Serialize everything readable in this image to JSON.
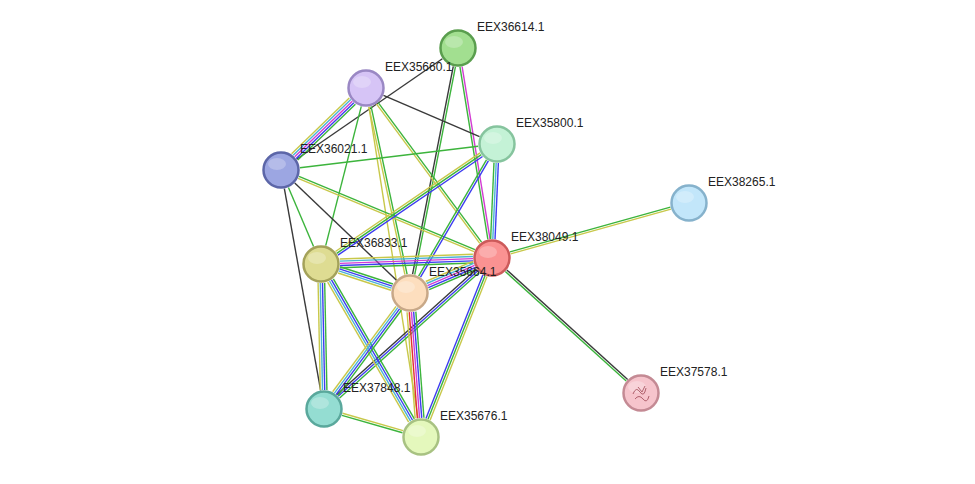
{
  "diagram": {
    "nodes": [
      {
        "text": [
          "EEX36614.1"
        ]
      },
      {
        "text": [
          "EEX35660.1"
        ]
      },
      {
        "text": [
          "EEX35800.1"
        ]
      },
      {
        "text": [
          "EEX36021.1"
        ]
      },
      {
        "text": [
          "EEX38265.1"
        ]
      },
      {
        "text": [
          "EEX38049.1"
        ]
      },
      {
        "text": [
          "EEX36833.1"
        ]
      },
      {
        "text": [
          "EEX35664.1"
        ]
      },
      {
        "text": [
          "EEX37848.1"
        ]
      },
      {
        "text": [
          "EEX35676.1"
        ]
      },
      {
        "text": [
          "EEX37578.1"
        ]
      }
    ],
    "edges": [
      {
        "from": 0,
        "to": 5,
        "arrow": "none"
      },
      {
        "from": 0,
        "to": 7,
        "arrow": "none"
      },
      {
        "from": 0,
        "to": 3,
        "arrow": "none"
      },
      {
        "from": 1,
        "to": 3,
        "arrow": "none"
      },
      {
        "from": 1,
        "to": 2,
        "arrow": "none"
      },
      {
        "from": 1,
        "to": 5,
        "arrow": "none"
      },
      {
        "from": 1,
        "to": 7,
        "arrow": "none"
      },
      {
        "from": 1,
        "to": 6,
        "arrow": "none"
      },
      {
        "from": 1,
        "to": 9,
        "arrow": "none"
      },
      {
        "from": 3,
        "to": 2,
        "arrow": "none"
      },
      {
        "from": 3,
        "to": 5,
        "arrow": "none"
      },
      {
        "from": 3,
        "to": 6,
        "arrow": "none"
      },
      {
        "from": 3,
        "to": 8,
        "arrow": "none"
      },
      {
        "from": 3,
        "to": 7,
        "arrow": "none"
      },
      {
        "from": 2,
        "to": 6,
        "arrow": "none"
      },
      {
        "from": 2,
        "to": 5,
        "arrow": "none"
      },
      {
        "from": 2,
        "to": 7,
        "arrow": "none"
      },
      {
        "from": 5,
        "to": 4,
        "arrow": "none"
      },
      {
        "from": 5,
        "to": 10,
        "arrow": "none"
      },
      {
        "from": 5,
        "to": 6,
        "arrow": "none"
      },
      {
        "from": 5,
        "to": 7,
        "arrow": "none"
      },
      {
        "from": 5,
        "to": 8,
        "arrow": "none"
      },
      {
        "from": 5,
        "to": 9,
        "arrow": "none"
      },
      {
        "from": 6,
        "to": 7,
        "arrow": "none"
      },
      {
        "from": 6,
        "to": 8,
        "arrow": "none"
      },
      {
        "from": 6,
        "to": 9,
        "arrow": "none"
      },
      {
        "from": 7,
        "to": 8,
        "arrow": "none"
      },
      {
        "from": 7,
        "to": 9,
        "arrow": "none"
      },
      {
        "from": 8,
        "to": 9,
        "arrow": "none"
      }
    ]
  }
}
